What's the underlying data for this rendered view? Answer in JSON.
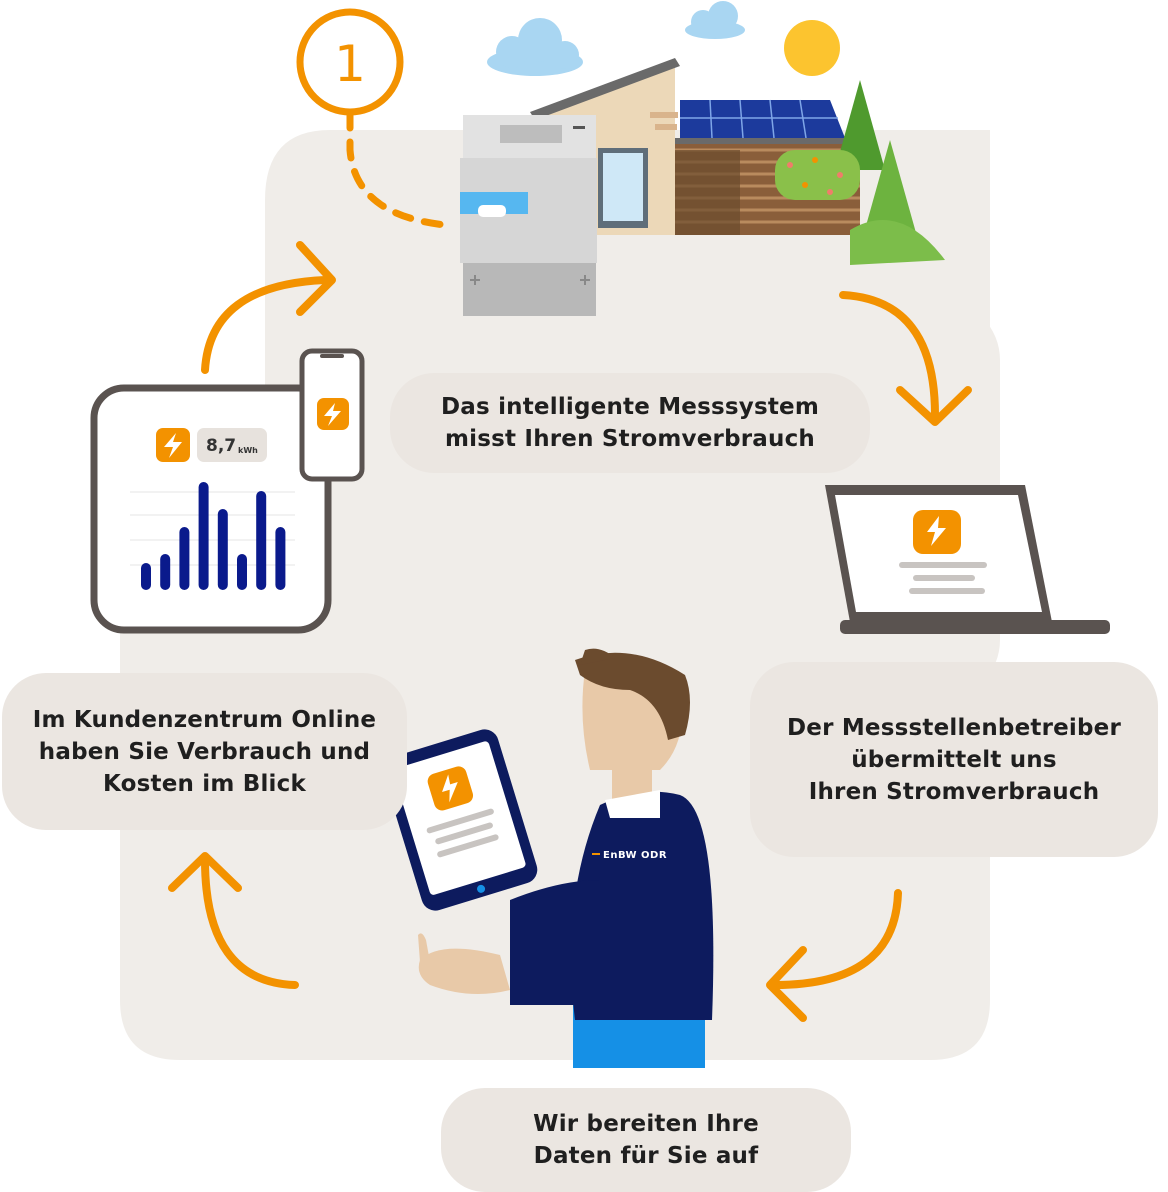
{
  "step_number": "1",
  "steps": [
    {
      "text": "Das intelligente Messsystem\nmisst Ihren Stromverbrauch"
    },
    {
      "text": "Der Messstellenbetreiber\nübermittelt uns\nIhren Stromverbrauch"
    },
    {
      "text": "Wir bereiten Ihre\nDaten für Sie auf"
    },
    {
      "text": "Im Kundenzentrum Online\nhaben Sie Verbrauch und\nKosten im Blick"
    }
  ],
  "dashboard": {
    "value": "8,7",
    "unit": "kWh",
    "bars": [
      3,
      4,
      7,
      12,
      9,
      4,
      11,
      7
    ]
  },
  "brand_text": "EnBW ODR",
  "colors": {
    "accent": "#f39200",
    "panel": "#f0ede9",
    "label_bg": "#ebe6e1",
    "navy": "#0d1b5e",
    "bar": "#0a1a8c"
  },
  "icons": [
    "meter-icon",
    "house-icon",
    "solar-panel-icon",
    "laptop-icon",
    "tablet-icon",
    "smartphone-icon",
    "lightning-icon",
    "person-icon"
  ]
}
